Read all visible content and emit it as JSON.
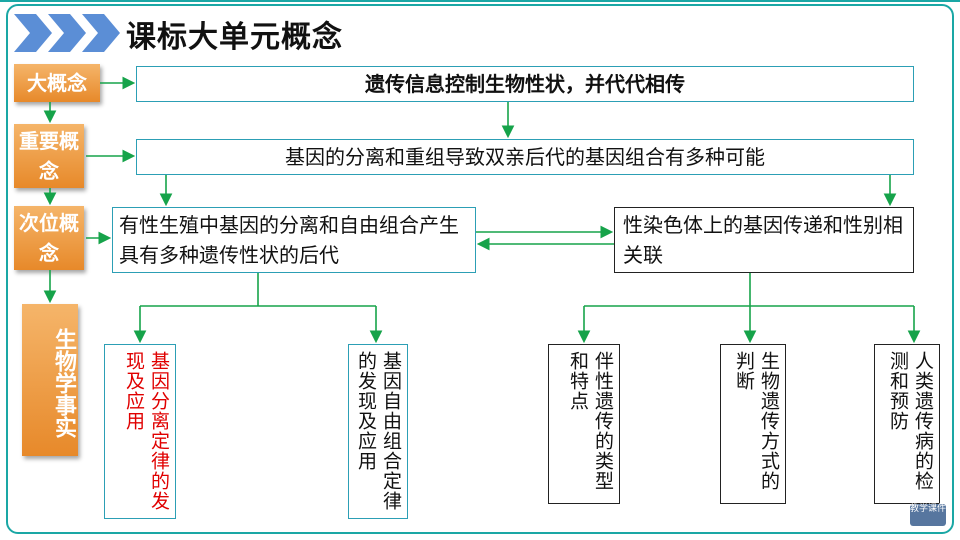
{
  "header": {
    "title": "课标大单元概念"
  },
  "levels": {
    "big": "大概念",
    "key": "重要概念",
    "sub": "次位概念",
    "facts": "生物学事实"
  },
  "concepts": {
    "big": "遗传信息控制生物性状，并代代相传",
    "key": "基因的分离和重组导致双亲后代的基因组合有多种可能",
    "sub_left": "有性生殖中基因的分离和自由组合产生具有多种遗传性状的后代",
    "sub_right": "性染色体上的基因传递和性别相关联"
  },
  "facts": [
    "基因分离定律的发现及应用",
    "基因自由组合定律的发现及应用",
    "伴性遗传的类型和特点",
    "生物遗传方式的判断",
    "人类遗传病的检测和预防"
  ],
  "watermark": "教学课件",
  "colors": {
    "accent": "#1aa7a5",
    "arrow": "#16a34a",
    "level_fill": "#ee9a3f",
    "highlight_text": "#e00000",
    "box_border": "#2c9fb5"
  }
}
